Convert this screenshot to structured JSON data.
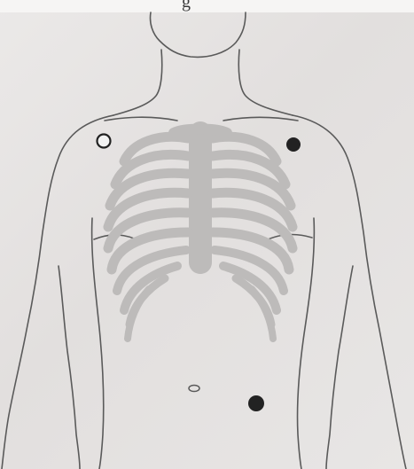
{
  "figure": {
    "cropped_heading_fragment": "g",
    "colors": {
      "paper": "#e6e3e2",
      "outline": "#5a5a5a",
      "bone": "#bdbbba",
      "electrode_fill": "#222222",
      "electrode_open": "#f2f2f2"
    },
    "electrodes": [
      {
        "id": "right-arm",
        "style": "open"
      },
      {
        "id": "left-arm",
        "style": "filled"
      },
      {
        "id": "left-leg",
        "style": "filled"
      }
    ]
  }
}
